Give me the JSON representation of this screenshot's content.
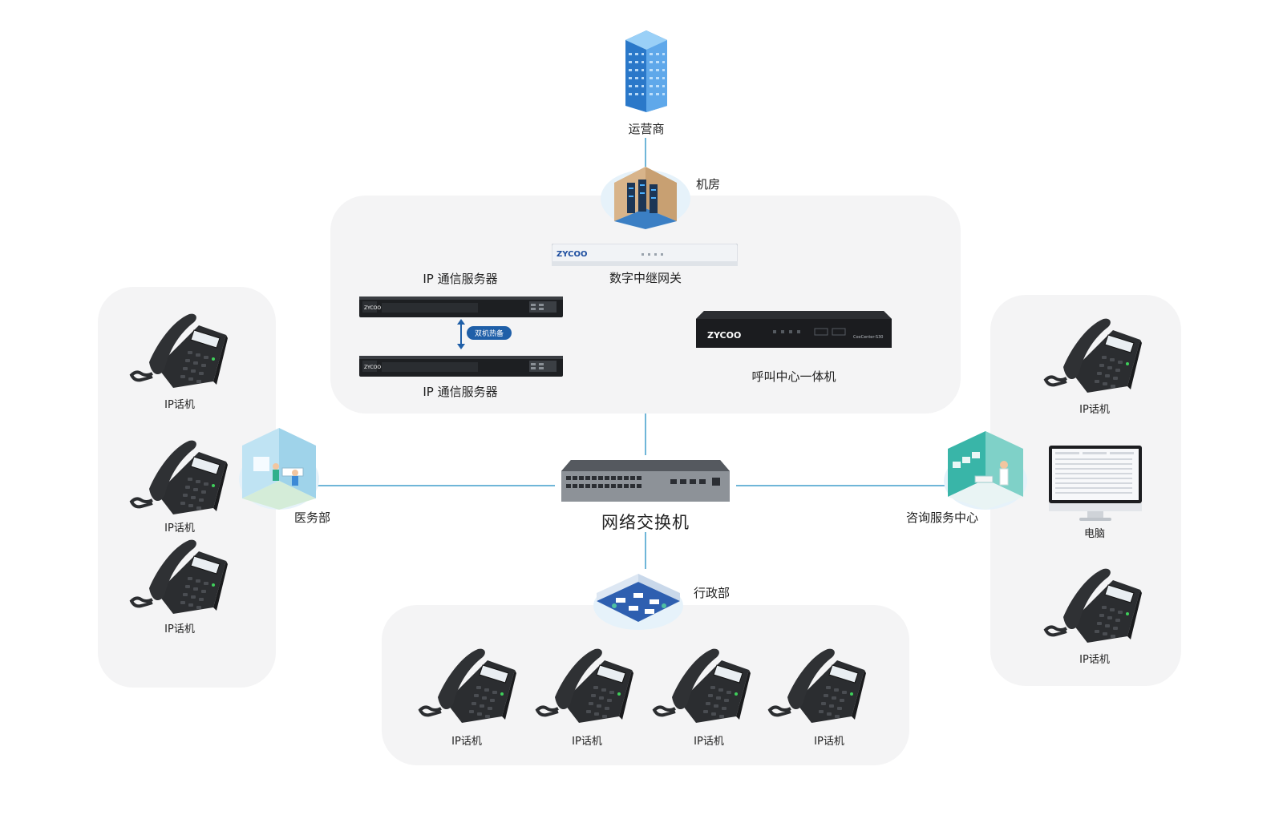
{
  "carrier": {
    "label": "运营商",
    "icon": "building-icon"
  },
  "machine_room": {
    "label": "机房",
    "icon": "server-room-icon"
  },
  "gateway": {
    "label": "数字中继网关",
    "brand": "ZYCOO"
  },
  "ip_server_top": {
    "label": "IP 通信服务器",
    "brand": "ZYCOO"
  },
  "ip_server_bottom": {
    "label": "IP 通信服务器",
    "brand": "ZYCOO"
  },
  "hot_standby": {
    "label": "双机热备"
  },
  "call_center": {
    "label": "呼叫中心一体机",
    "brand": "ZYCOO",
    "model": "CooCenter-S30"
  },
  "switch": {
    "label": "网络交换机"
  },
  "medical_dept": {
    "label": "医务部"
  },
  "consult_center": {
    "label": "咨询服务中心"
  },
  "admin_dept": {
    "label": "行政部"
  },
  "left_phones": [
    {
      "label": "IP话机"
    },
    {
      "label": "IP话机"
    },
    {
      "label": "IP话机"
    }
  ],
  "right_group": {
    "phone1": {
      "label": "IP话机"
    },
    "computer": {
      "label": "电脑"
    },
    "phone2": {
      "label": "IP话机"
    }
  },
  "bottom_phones": [
    {
      "label": "IP话机"
    },
    {
      "label": "IP话机"
    },
    {
      "label": "IP话机"
    },
    {
      "label": "IP话机"
    }
  ],
  "colors": {
    "link": "#6fb6d8",
    "panel": "#f4f4f5",
    "badge": "#1f5fa8"
  }
}
